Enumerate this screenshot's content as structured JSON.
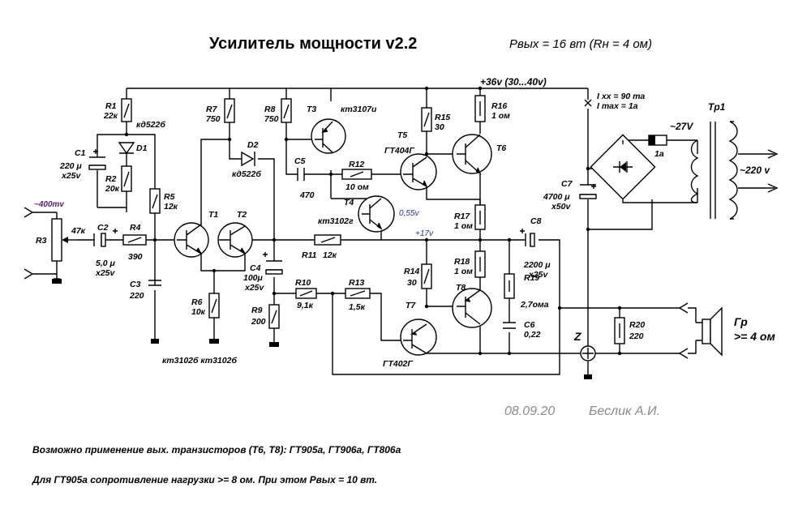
{
  "title": "Усилитель мощности  v2.2",
  "spec": "Pвых = 16 вт  (Rн = 4 ом)",
  "supply": "+36v (30...40v)",
  "idle_current": "I xx = 90 ma",
  "max_current": "I max = 1a",
  "input_level": "~400mv",
  "mid_voltage": "+17v",
  "t4_voltage": "0,55v",
  "ground_label": "Z",
  "transformer": {
    "name": "Tp1",
    "secondary": "~27V",
    "primary": "~220 v",
    "fuse": "1a"
  },
  "speaker": {
    "name": "Гр",
    "impedance": ">= 4 ом"
  },
  "components": {
    "r1": [
      "R1",
      "22к"
    ],
    "r2": [
      "R2",
      "20к"
    ],
    "r3": [
      "R3",
      "47к"
    ],
    "r4": [
      "R4",
      "390"
    ],
    "r5": [
      "R5",
      "12к"
    ],
    "r6": [
      "R6",
      "10к"
    ],
    "r7": [
      "R7",
      "750"
    ],
    "r8": [
      "R8",
      "750"
    ],
    "r9": [
      "R9",
      "200"
    ],
    "r10": [
      "R10",
      "9,1к"
    ],
    "r11": [
      "R11",
      "12к"
    ],
    "r12": [
      "R12",
      "10 ом"
    ],
    "r13": [
      "R13",
      "1,5к"
    ],
    "r14": [
      "R14",
      "30"
    ],
    "r15": [
      "R15",
      "30"
    ],
    "r16": [
      "R16",
      "1 ом"
    ],
    "r17": [
      "R17",
      "1 ом"
    ],
    "r18": [
      "R18",
      "1 ом"
    ],
    "r19": [
      "R19",
      "2,7ома"
    ],
    "r20": [
      "R20",
      "220"
    ],
    "c1": [
      "C1",
      "220 μ",
      "x25v"
    ],
    "c2": [
      "C2",
      "5,0 μ",
      "x25v"
    ],
    "c3": [
      "C3",
      "220"
    ],
    "c4": [
      "C4",
      "100μ",
      "x25v"
    ],
    "c5": [
      "C5",
      "470"
    ],
    "c6": [
      "C6",
      "0,22"
    ],
    "c7": [
      "C7",
      "4700 μ",
      "x50v"
    ],
    "c8": [
      "C8",
      "2200 μ",
      "x25v"
    ],
    "d1": [
      "D1",
      "кд522б"
    ],
    "d2": [
      "D2",
      "кд522б"
    ],
    "t1": "T1",
    "t2": "T2",
    "t1t2_type": "кт3102б  кт3102б",
    "t3": [
      "T3",
      "кт3107и"
    ],
    "t4": [
      "T4",
      "кт3102г"
    ],
    "t5": [
      "T5",
      "ГТ404Г"
    ],
    "t6": "T6",
    "t7": [
      "T7",
      "ГТ402Г"
    ],
    "t8": "T8"
  },
  "date": "08.09.20",
  "author": "Беслик А.И.",
  "notes": [
    "Возможно применение вых. транзисторов  (T6, T8): ГТ905а, ГТ906а, ГТ806а",
    "Для ГТ905а сопротивление нагрузки >= 8 ом. При этом Pвых = 10 вт."
  ]
}
